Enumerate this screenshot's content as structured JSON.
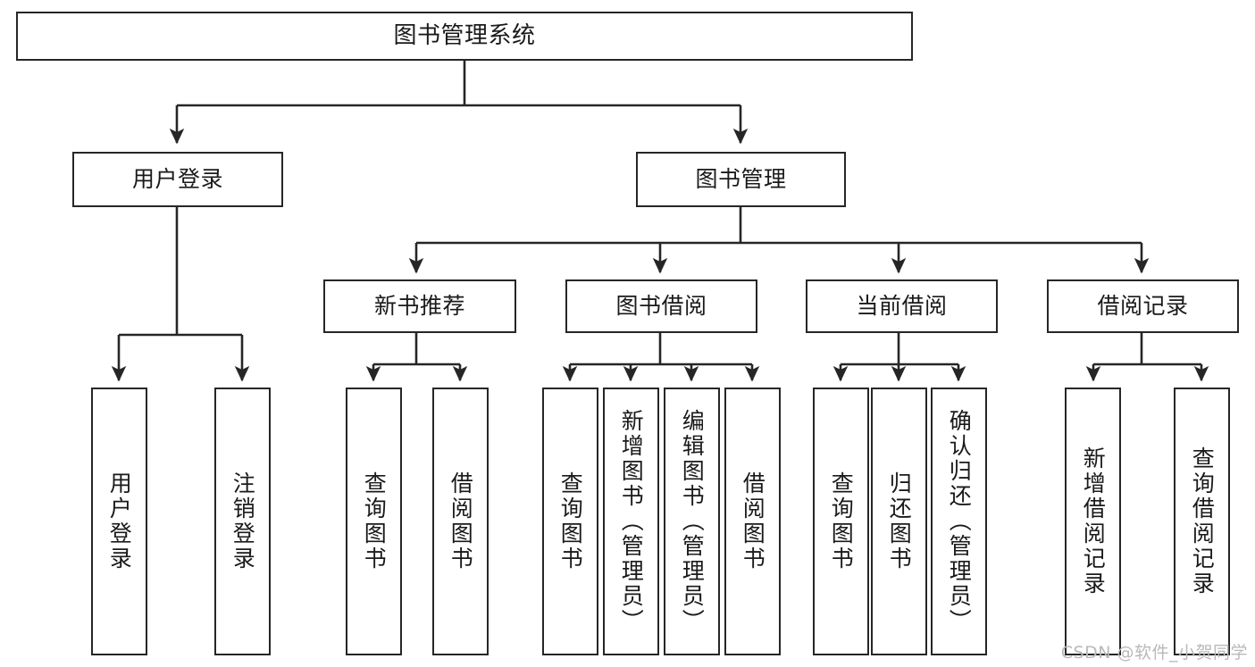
{
  "diagram": {
    "title": "图书管理系统",
    "type": "function-structure-tree",
    "watermark": "CSDN @软件_小贺同学",
    "colors": {
      "box_border": "#262626",
      "edge": "#262626",
      "background": "#ffffff",
      "watermark": "#b9b9b9"
    },
    "levels": {
      "root": {
        "label": "图书管理系统"
      },
      "level2": [
        {
          "label": "用户登录"
        },
        {
          "label": "图书管理"
        }
      ],
      "level3": [
        {
          "label": "新书推荐"
        },
        {
          "label": "图书借阅"
        },
        {
          "label": "当前借阅"
        },
        {
          "label": "借阅记录"
        }
      ],
      "leaves_user_login": [
        {
          "label": "用户登录"
        },
        {
          "label": "注销登录"
        }
      ],
      "leaves_new_book": [
        {
          "label": "查询图书"
        },
        {
          "label": "借阅图书"
        }
      ],
      "leaves_borrow": [
        {
          "label": "查询图书"
        },
        {
          "label": "新增图书（管理员）"
        },
        {
          "label": "编辑图书（管理员）"
        },
        {
          "label": "借阅图书"
        }
      ],
      "leaves_current": [
        {
          "label": "查询图书"
        },
        {
          "label": "归还图书"
        },
        {
          "label": "确认归还（管理员）"
        }
      ],
      "leaves_records": [
        {
          "label": "新增借阅记录"
        },
        {
          "label": "查询借阅记录"
        }
      ]
    }
  }
}
